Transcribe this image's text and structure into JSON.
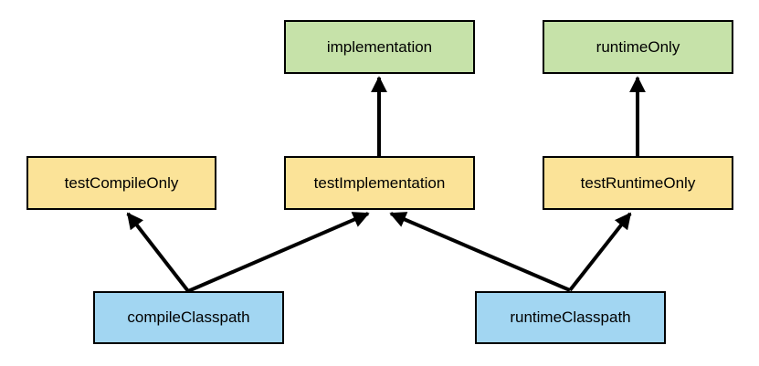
{
  "diagram": {
    "description": "dependency-configuration-graph",
    "nodes": [
      {
        "id": "implementation",
        "label": "implementation",
        "type": "green"
      },
      {
        "id": "runtimeOnly",
        "label": "runtimeOnly",
        "type": "green"
      },
      {
        "id": "testCompileOnly",
        "label": "testCompileOnly",
        "type": "yellow"
      },
      {
        "id": "testImplementation",
        "label": "testImplementation",
        "type": "yellow"
      },
      {
        "id": "testRuntimeOnly",
        "label": "testRuntimeOnly",
        "type": "yellow"
      },
      {
        "id": "compileClasspath",
        "label": "compileClasspath",
        "type": "blue"
      },
      {
        "id": "runtimeClasspath",
        "label": "runtimeClasspath",
        "type": "blue"
      }
    ],
    "edges": [
      {
        "from": "testImplementation",
        "to": "implementation"
      },
      {
        "from": "testRuntimeOnly",
        "to": "runtimeOnly"
      },
      {
        "from": "compileClasspath",
        "to": "testCompileOnly"
      },
      {
        "from": "compileClasspath",
        "to": "testImplementation"
      },
      {
        "from": "runtimeClasspath",
        "to": "testImplementation"
      },
      {
        "from": "runtimeClasspath",
        "to": "testRuntimeOnly"
      }
    ],
    "colors": {
      "green": "#c6e2a9",
      "yellow": "#fbe398",
      "blue": "#a2d6f2",
      "border": "#000000",
      "arrow": "#000000",
      "background": "#ffffff"
    }
  }
}
